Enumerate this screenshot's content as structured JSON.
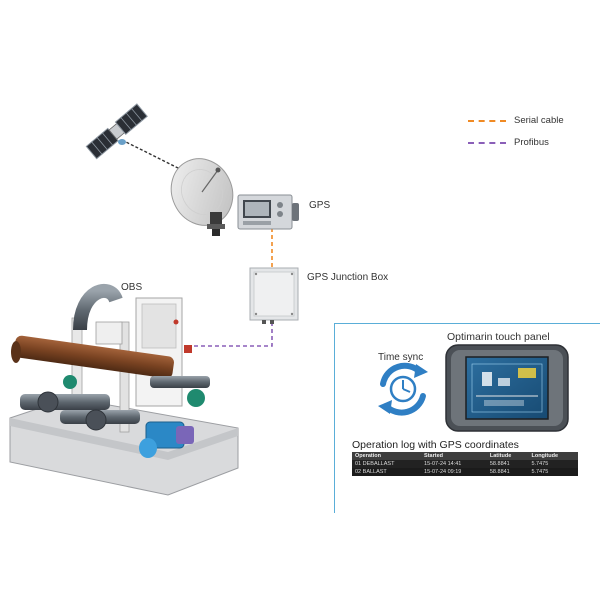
{
  "legend": [
    {
      "label": "Serial cable",
      "color": "#f08a24"
    },
    {
      "label": "Profibus",
      "color": "#8a5fb8"
    }
  ],
  "labels": {
    "gps": "GPS",
    "junction_box": "GPS Junction Box",
    "obs": "OBS",
    "touch_panel": "Optimarin touch panel",
    "time_sync": "Time sync",
    "log_title": "Operation log with GPS coordinates"
  },
  "log_table": {
    "headers": [
      "Operation",
      "Started",
      "Latitude",
      "Longitude"
    ],
    "rows": [
      [
        "01 DEBALLAST",
        "15-07-24 14:41",
        "58.8841",
        "5.7475"
      ],
      [
        "02 BALLAST",
        "15-07-24 09:19",
        "58.8841",
        "5.7475"
      ]
    ]
  },
  "colors": {
    "serial": "#f08a24",
    "profibus": "#8a5fb8",
    "panel_border": "#5aaed8",
    "sync_blue": "#2f7fc4"
  }
}
